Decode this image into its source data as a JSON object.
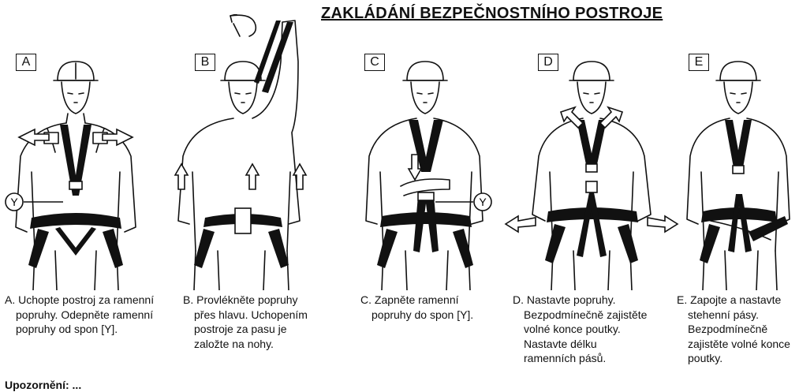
{
  "title": "ZAKLÁDÁNÍ BEZPEČNOSTNÍHO POSTROJE",
  "steps": [
    {
      "label": "A",
      "callout": "Y",
      "lines": [
        "A. Uchopte postroj za ramenní",
        "popruhy. Odepněte ramenní",
        "popruhy od spon [Y]."
      ]
    },
    {
      "label": "B",
      "lines": [
        "B. Provlékněte popruhy",
        "přes hlavu. Uchopením",
        "postroje za pasu je",
        "založte na nohy."
      ]
    },
    {
      "label": "C",
      "callout": "Y",
      "lines": [
        "C. Zapněte ramenní",
        "popruhy do spon [Y]."
      ]
    },
    {
      "label": "D",
      "lines": [
        "D. Nastavte popruhy.",
        "Bezpodmínečně zajistěte",
        "volné konce poutky.",
        "Nastavte délku",
        "ramenních pásů."
      ]
    },
    {
      "label": "E",
      "lines": [
        "E. Zapojte a nastavte",
        "stehenní pásy.",
        "Bezpodmínečně",
        "zajistěte volné konce",
        "poutky."
      ]
    }
  ],
  "footer": "Upozornění: ..."
}
